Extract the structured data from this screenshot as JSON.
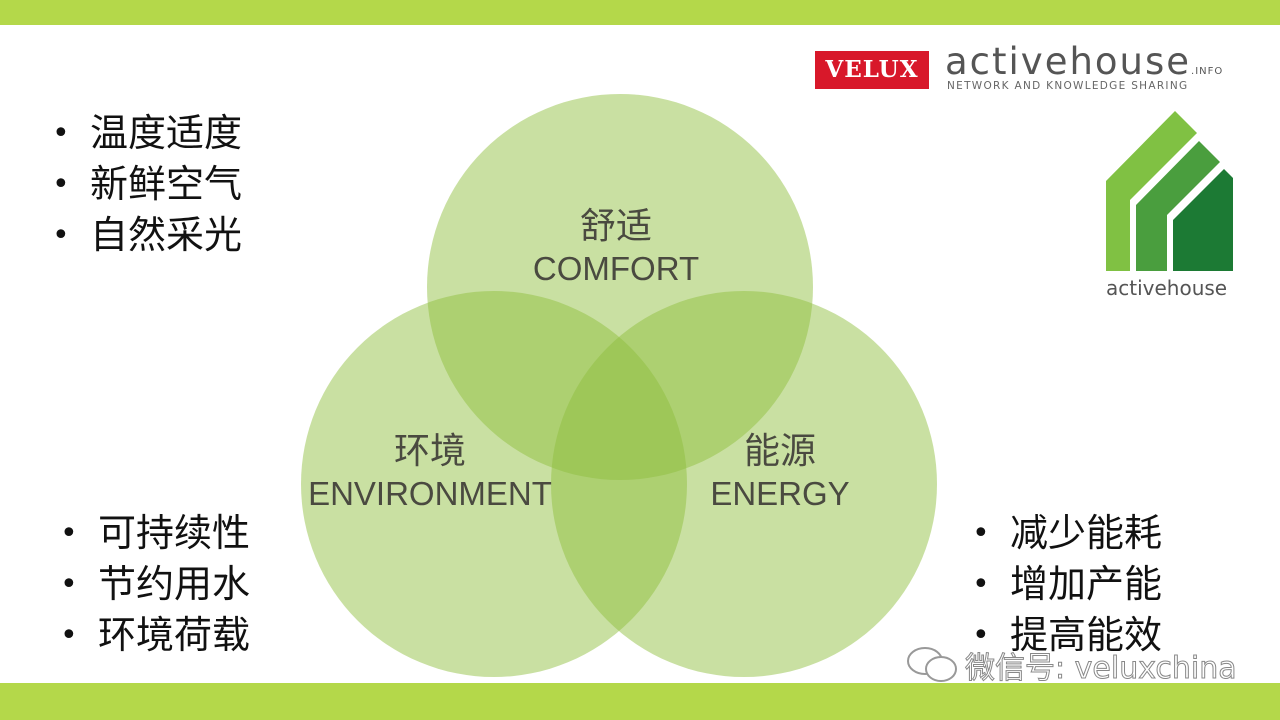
{
  "brand": {
    "velux": "VELUX",
    "activehouse": "activehouse",
    "info": ".INFO",
    "tagline": "NETWORK AND KNOWLEDGE SHARING",
    "logo_name": "activehouse"
  },
  "venn": [
    {
      "cn": "舒适",
      "en": "COMFORT"
    },
    {
      "cn": "环境",
      "en": "ENVIRONMENT"
    },
    {
      "cn": "能源",
      "en": "ENERGY"
    }
  ],
  "lists": {
    "comfort": [
      "温度适度",
      "新鲜空气",
      "自然采光"
    ],
    "environment": [
      "可持续性",
      "节约用水",
      "环境荷载"
    ],
    "energy": [
      "减少能耗",
      "增加产能",
      "提高能效"
    ]
  },
  "watermark": "微信号: veluxchina",
  "colors": {
    "bar": "#b4d84a",
    "circle": "#8fbf3c",
    "velux": "#d8182a"
  }
}
